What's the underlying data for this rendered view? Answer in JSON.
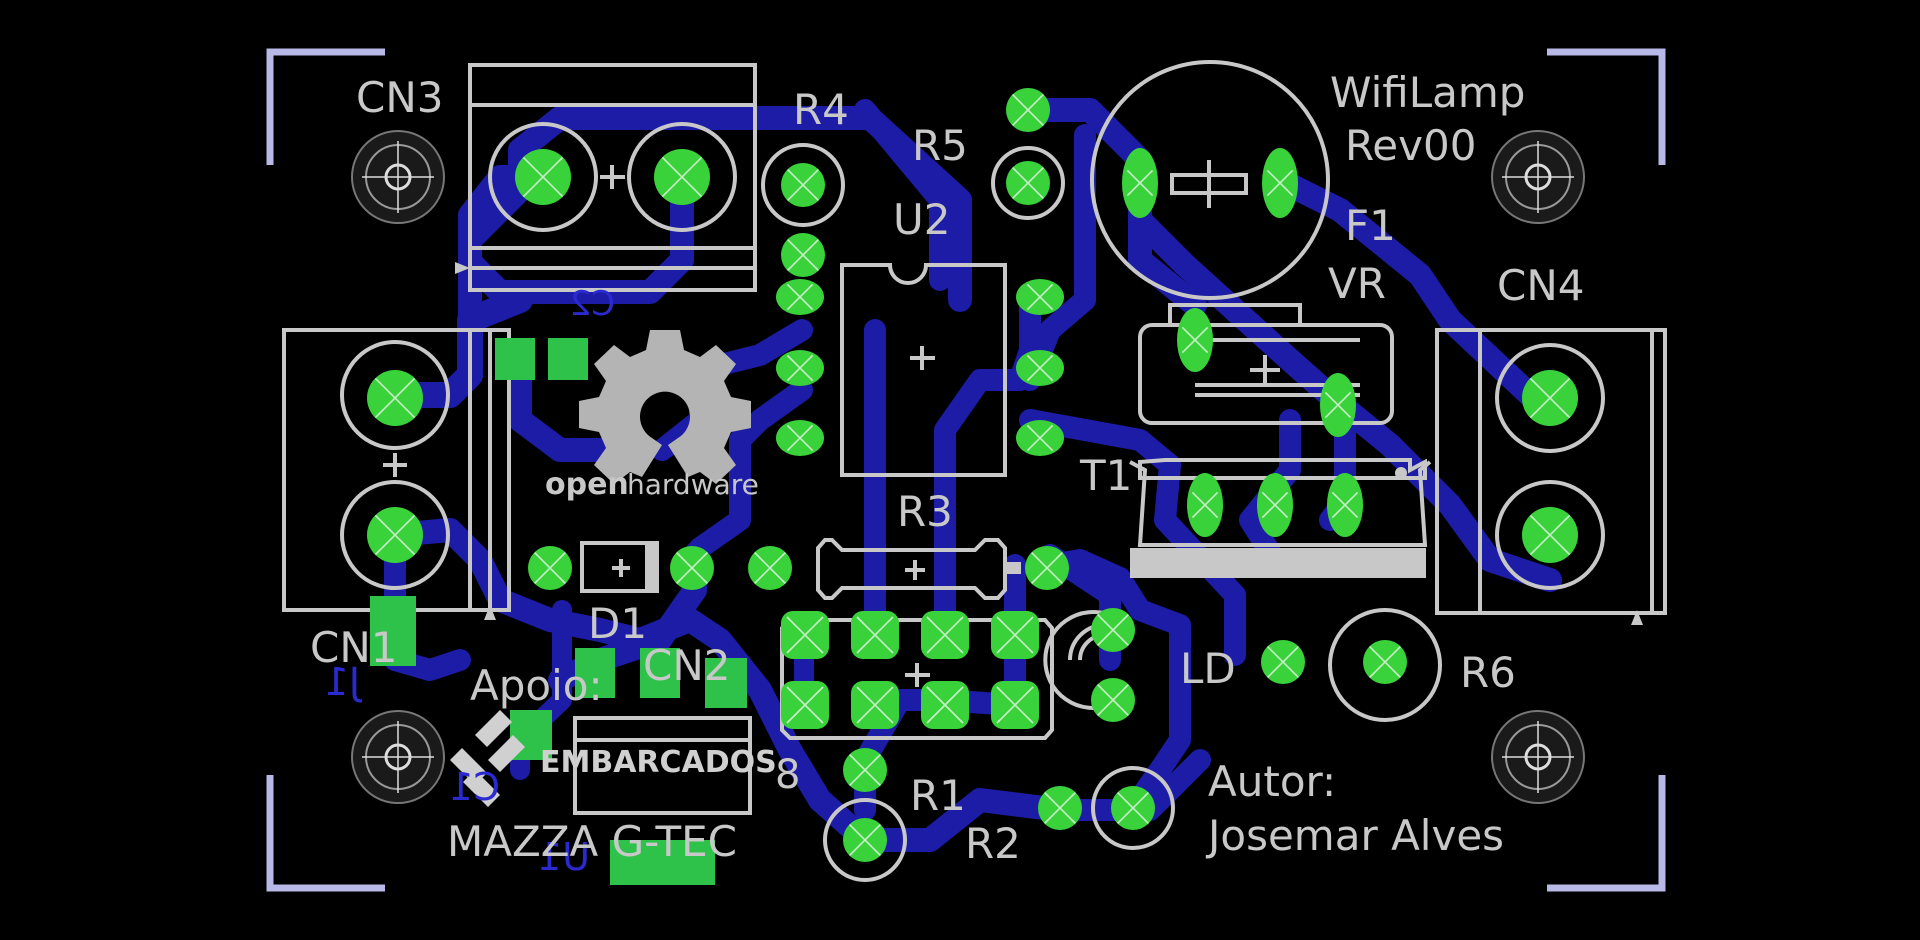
{
  "board": {
    "title": "WifiLamp",
    "revision": "Rev00",
    "author_label": "Autor:",
    "author_name": "Josemar Alves",
    "company": "MAZZA G-TEC",
    "support_label": "Apoio:",
    "sponsor_logo": "EMBARCADOS",
    "oshw_text_1": "open",
    "oshw_text_2": "hardware"
  },
  "components": {
    "cn1": "CN1",
    "cn2": "CN2",
    "cn3": "CN3",
    "cn4": "CN4",
    "r1": "R1",
    "r2": "R2",
    "r3": "R3",
    "r4": "R4",
    "r5": "R5",
    "r6": "R6",
    "u2": "U2",
    "f1": "F1",
    "vr": "VR",
    "t1": "T1",
    "d1": "D1",
    "ld": "LD",
    "header_pin": "8",
    "c2": "C2",
    "j1": "J1",
    "c1": "C1",
    "u1": "U1"
  },
  "colors": {
    "background": "#000000",
    "silkscreen": "#c8c8c8",
    "trace": "#1c1ca6",
    "pad": "#3ad23a",
    "corner_marks": "#b9b9e8"
  }
}
